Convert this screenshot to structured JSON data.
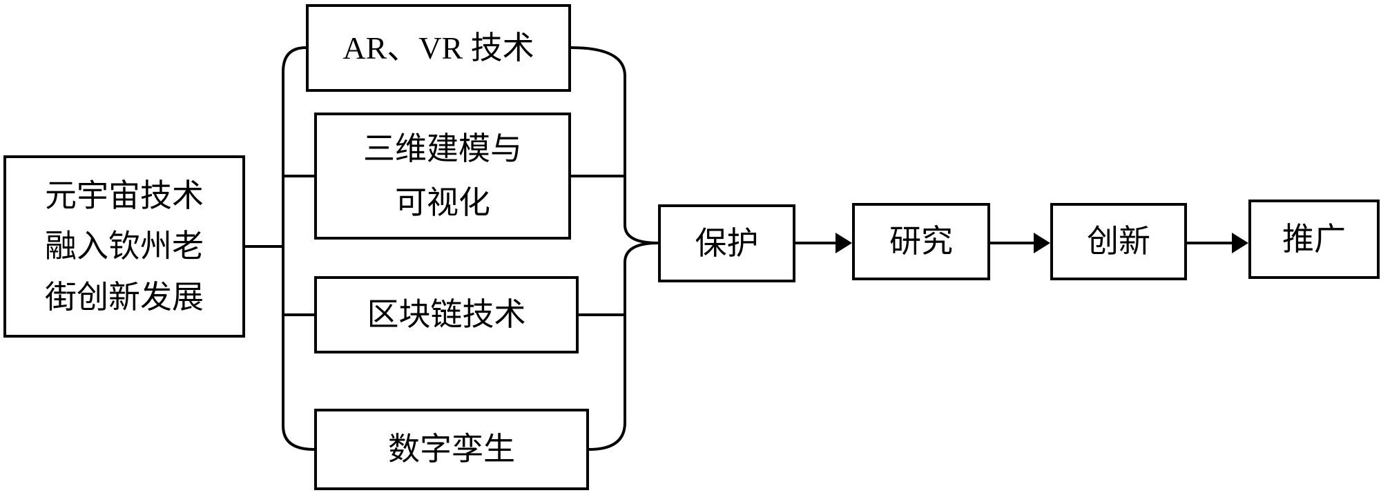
{
  "diagram": {
    "root_box": {
      "line1": "元宇宙技术",
      "line2": "融入钦州老",
      "line3": "街创新发展"
    },
    "tech_boxes": {
      "ar_vr": "AR、VR 技术",
      "modeling_line1": "三维建模与",
      "modeling_line2": "可视化",
      "blockchain": "区块链技术",
      "digital_twin": "数字孪生"
    },
    "flow_boxes": {
      "protect": "保护",
      "research": "研究",
      "innovate": "创新",
      "promote": "推广"
    },
    "colors": {
      "line": "#000000",
      "background": "#ffffff",
      "text": "#000000"
    }
  }
}
